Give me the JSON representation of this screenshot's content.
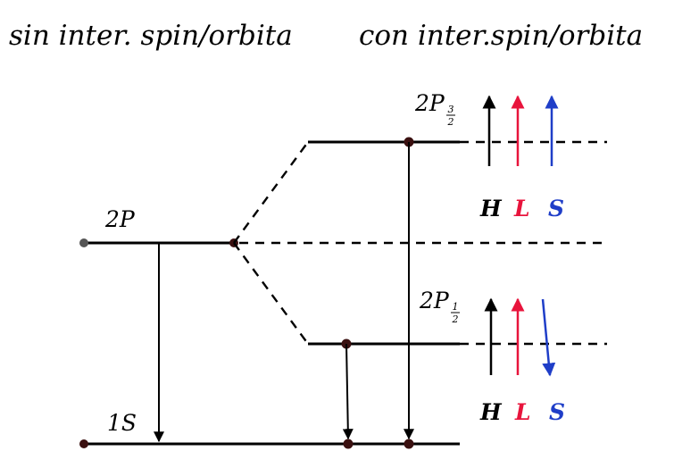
{
  "headers": {
    "left": "sin inter. spin/orbita",
    "right": "con inter.spin/orbita"
  },
  "levels": {
    "p": "2P",
    "s": "1S",
    "p32": {
      "base": "2P",
      "num": "3",
      "den": "2"
    },
    "p12": {
      "base": "2P",
      "num": "1",
      "den": "2"
    }
  },
  "vectors": {
    "upper": [
      {
        "label": "H",
        "direction": "up",
        "color": "#000000"
      },
      {
        "label": "L",
        "direction": "up",
        "color": "#e8143c"
      },
      {
        "label": "S",
        "direction": "up",
        "color": "#1f3ec8"
      }
    ],
    "lower": [
      {
        "label": "H",
        "direction": "up",
        "color": "#000000"
      },
      {
        "label": "L",
        "direction": "up",
        "color": "#e8143c"
      },
      {
        "label": "S",
        "direction": "down",
        "color": "#1f3ec8"
      }
    ]
  }
}
